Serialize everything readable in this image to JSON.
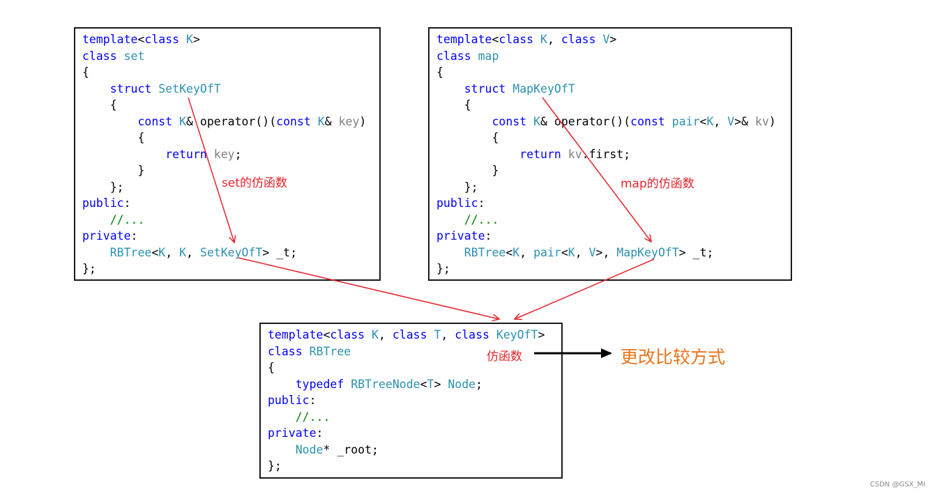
{
  "boxes": [
    {
      "id": "set",
      "lines": [
        [
          {
            "t": "template",
            "c": "kw"
          },
          {
            "t": "<",
            "c": "pl"
          },
          {
            "t": "class",
            "c": "kw"
          },
          {
            "t": " ",
            "c": "pl"
          },
          {
            "t": "K",
            "c": "ty"
          },
          {
            "t": ">",
            "c": "pl"
          }
        ],
        [
          {
            "t": "class",
            "c": "kw"
          },
          {
            "t": " ",
            "c": "pl"
          },
          {
            "t": "set",
            "c": "ty"
          }
        ],
        [
          {
            "t": "{",
            "c": "pl"
          }
        ],
        [
          {
            "t": "    ",
            "c": "pl"
          },
          {
            "t": "struct",
            "c": "kw"
          },
          {
            "t": " ",
            "c": "pl"
          },
          {
            "t": "SetKeyOfT",
            "c": "ty"
          }
        ],
        [
          {
            "t": "    {",
            "c": "pl"
          }
        ],
        [
          {
            "t": "        ",
            "c": "pl"
          },
          {
            "t": "const",
            "c": "kw"
          },
          {
            "t": " ",
            "c": "pl"
          },
          {
            "t": "K",
            "c": "ty"
          },
          {
            "t": "& operator()(",
            "c": "pl"
          },
          {
            "t": "const",
            "c": "kw"
          },
          {
            "t": " ",
            "c": "pl"
          },
          {
            "t": "K",
            "c": "ty"
          },
          {
            "t": "& ",
            "c": "pl"
          },
          {
            "t": "key",
            "c": "pm"
          },
          {
            "t": ")",
            "c": "pl"
          }
        ],
        [
          {
            "t": "        {",
            "c": "pl"
          }
        ],
        [
          {
            "t": "            ",
            "c": "pl"
          },
          {
            "t": "return",
            "c": "kw"
          },
          {
            "t": " ",
            "c": "pl"
          },
          {
            "t": "key",
            "c": "pm"
          },
          {
            "t": ";",
            "c": "pl"
          }
        ],
        [
          {
            "t": "        }",
            "c": "pl"
          }
        ],
        [
          {
            "t": "    };",
            "c": "pl"
          }
        ],
        [
          {
            "t": "public",
            "c": "kw"
          },
          {
            "t": ":",
            "c": "pl"
          }
        ],
        [
          {
            "t": "    ",
            "c": "pl"
          },
          {
            "t": "//...",
            "c": "cm"
          }
        ],
        [
          {
            "t": "private",
            "c": "kw"
          },
          {
            "t": ":",
            "c": "pl"
          }
        ],
        [
          {
            "t": "    ",
            "c": "pl"
          },
          {
            "t": "RBTree",
            "c": "ty"
          },
          {
            "t": "<",
            "c": "pl"
          },
          {
            "t": "K",
            "c": "ty"
          },
          {
            "t": ", ",
            "c": "pl"
          },
          {
            "t": "K",
            "c": "ty"
          },
          {
            "t": ", ",
            "c": "pl"
          },
          {
            "t": "SetKeyOfT",
            "c": "ty"
          },
          {
            "t": "> _t;",
            "c": "pl"
          }
        ],
        [
          {
            "t": "};",
            "c": "pl"
          }
        ]
      ]
    },
    {
      "id": "map",
      "lines": [
        [
          {
            "t": "template",
            "c": "kw"
          },
          {
            "t": "<",
            "c": "pl"
          },
          {
            "t": "class",
            "c": "kw"
          },
          {
            "t": " ",
            "c": "pl"
          },
          {
            "t": "K",
            "c": "ty"
          },
          {
            "t": ", ",
            "c": "pl"
          },
          {
            "t": "class",
            "c": "kw"
          },
          {
            "t": " ",
            "c": "pl"
          },
          {
            "t": "V",
            "c": "ty"
          },
          {
            "t": ">",
            "c": "pl"
          }
        ],
        [
          {
            "t": "class",
            "c": "kw"
          },
          {
            "t": " ",
            "c": "pl"
          },
          {
            "t": "map",
            "c": "ty"
          }
        ],
        [
          {
            "t": "{",
            "c": "pl"
          }
        ],
        [
          {
            "t": "    ",
            "c": "pl"
          },
          {
            "t": "struct",
            "c": "kw"
          },
          {
            "t": " ",
            "c": "pl"
          },
          {
            "t": "MapKeyOfT",
            "c": "ty"
          }
        ],
        [
          {
            "t": "    {",
            "c": "pl"
          }
        ],
        [
          {
            "t": "        ",
            "c": "pl"
          },
          {
            "t": "const",
            "c": "kw"
          },
          {
            "t": " ",
            "c": "pl"
          },
          {
            "t": "K",
            "c": "ty"
          },
          {
            "t": "& operator()(",
            "c": "pl"
          },
          {
            "t": "const",
            "c": "kw"
          },
          {
            "t": " ",
            "c": "pl"
          },
          {
            "t": "pair",
            "c": "ty"
          },
          {
            "t": "<",
            "c": "pl"
          },
          {
            "t": "K",
            "c": "ty"
          },
          {
            "t": ", ",
            "c": "pl"
          },
          {
            "t": "V",
            "c": "ty"
          },
          {
            "t": ">& ",
            "c": "pl"
          },
          {
            "t": "kv",
            "c": "pm"
          },
          {
            "t": ")",
            "c": "pl"
          }
        ],
        [
          {
            "t": "        {",
            "c": "pl"
          }
        ],
        [
          {
            "t": "            ",
            "c": "pl"
          },
          {
            "t": "return",
            "c": "kw"
          },
          {
            "t": " ",
            "c": "pl"
          },
          {
            "t": "kv",
            "c": "pm"
          },
          {
            "t": ".first;",
            "c": "pl"
          }
        ],
        [
          {
            "t": "        }",
            "c": "pl"
          }
        ],
        [
          {
            "t": "    };",
            "c": "pl"
          }
        ],
        [
          {
            "t": "public",
            "c": "kw"
          },
          {
            "t": ":",
            "c": "pl"
          }
        ],
        [
          {
            "t": "    ",
            "c": "pl"
          },
          {
            "t": "//...",
            "c": "cm"
          }
        ],
        [
          {
            "t": "private",
            "c": "kw"
          },
          {
            "t": ":",
            "c": "pl"
          }
        ],
        [
          {
            "t": "    ",
            "c": "pl"
          },
          {
            "t": "RBTree",
            "c": "ty"
          },
          {
            "t": "<",
            "c": "pl"
          },
          {
            "t": "K",
            "c": "ty"
          },
          {
            "t": ", ",
            "c": "pl"
          },
          {
            "t": "pair",
            "c": "ty"
          },
          {
            "t": "<",
            "c": "pl"
          },
          {
            "t": "K",
            "c": "ty"
          },
          {
            "t": ", ",
            "c": "pl"
          },
          {
            "t": "V",
            "c": "ty"
          },
          {
            "t": ">, ",
            "c": "pl"
          },
          {
            "t": "MapKeyOfT",
            "c": "ty"
          },
          {
            "t": "> _t;",
            "c": "pl"
          }
        ],
        [
          {
            "t": "};",
            "c": "pl"
          }
        ]
      ]
    },
    {
      "id": "rbtree",
      "lines": [
        [
          {
            "t": "template",
            "c": "kw"
          },
          {
            "t": "<",
            "c": "pl"
          },
          {
            "t": "class",
            "c": "kw"
          },
          {
            "t": " ",
            "c": "pl"
          },
          {
            "t": "K",
            "c": "ty"
          },
          {
            "t": ", ",
            "c": "pl"
          },
          {
            "t": "class",
            "c": "kw"
          },
          {
            "t": " ",
            "c": "pl"
          },
          {
            "t": "T",
            "c": "ty"
          },
          {
            "t": ", ",
            "c": "pl"
          },
          {
            "t": "class",
            "c": "kw"
          },
          {
            "t": " ",
            "c": "pl"
          },
          {
            "t": "KeyOfT",
            "c": "ty"
          },
          {
            "t": ">",
            "c": "pl"
          }
        ],
        [
          {
            "t": "class",
            "c": "kw"
          },
          {
            "t": " ",
            "c": "pl"
          },
          {
            "t": "RBTree",
            "c": "ty"
          }
        ],
        [
          {
            "t": "{",
            "c": "pl"
          }
        ],
        [
          {
            "t": "    ",
            "c": "pl"
          },
          {
            "t": "typedef",
            "c": "kw"
          },
          {
            "t": " ",
            "c": "pl"
          },
          {
            "t": "RBTreeNode",
            "c": "ty"
          },
          {
            "t": "<",
            "c": "pl"
          },
          {
            "t": "T",
            "c": "ty"
          },
          {
            "t": "> ",
            "c": "pl"
          },
          {
            "t": "Node",
            "c": "ty"
          },
          {
            "t": ";",
            "c": "pl"
          }
        ],
        [
          {
            "t": "public",
            "c": "kw"
          },
          {
            "t": ":",
            "c": "pl"
          }
        ],
        [
          {
            "t": "    ",
            "c": "pl"
          },
          {
            "t": "//...",
            "c": "cm"
          }
        ],
        [
          {
            "t": "private",
            "c": "kw"
          },
          {
            "t": ":",
            "c": "pl"
          }
        ],
        [
          {
            "t": "    ",
            "c": "pl"
          },
          {
            "t": "Node",
            "c": "ty"
          },
          {
            "t": "* _root;",
            "c": "pl"
          }
        ],
        [
          {
            "t": "};",
            "c": "pl"
          }
        ]
      ]
    }
  ],
  "annotations": {
    "set_functor": "set的仿函数",
    "map_functor": "map的仿函数",
    "functor": "仿函数",
    "change_comparison": "更改比较方式"
  },
  "colors": {
    "keyword": "#0000ff",
    "type": "#2b91af",
    "param": "#808080",
    "comment": "#008000",
    "arrow_red": "#e3242b",
    "arrow_black": "#000000",
    "label_orange": "#e8731a"
  },
  "watermark": "CSDN @GSX_MI"
}
